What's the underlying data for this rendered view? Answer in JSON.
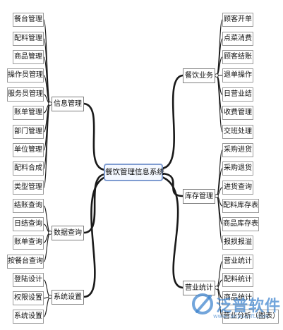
{
  "root": {
    "label": "餐饮管理信息系统"
  },
  "branches": [
    {
      "key": "info",
      "label": "信息管理",
      "children": [
        "餐台管理",
        "配料管理",
        "商品管理",
        "操作员管理",
        "服务员管理",
        "账单管理",
        "部门管理",
        "单位管理",
        "配料合成",
        "类型管理"
      ]
    },
    {
      "key": "query",
      "label": "数据查询",
      "children": [
        "结账查询",
        "日结查询",
        "账单查询",
        "按餐台查询"
      ]
    },
    {
      "key": "settings",
      "label": "系统设置",
      "children": [
        "登陆设计",
        "权限设置",
        "系统设置"
      ]
    },
    {
      "key": "dining",
      "label": "餐饮业务",
      "children": [
        "顾客开单",
        "点菜消费",
        "顾客结账",
        "退单操作",
        "日营业结",
        "收费管理",
        "交班处理"
      ]
    },
    {
      "key": "stock",
      "label": "库存管理",
      "children": [
        "采购进货",
        "采购退货",
        "进货查询",
        "配料库存表",
        "商品库存表",
        "报损报溢"
      ]
    },
    {
      "key": "revenue",
      "label": "营业统计",
      "children": [
        "营业统计",
        "配料统计",
        "商品统计",
        "营业分析（图表）"
      ]
    }
  ],
  "watermark": {
    "brand": "泛普软件",
    "url": "www.fanpusoft.com"
  }
}
